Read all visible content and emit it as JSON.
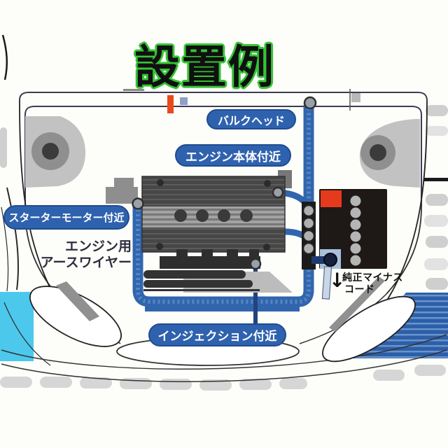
{
  "title": "設置例",
  "diagram": {
    "callouts": {
      "bulkhead": "バルクヘッド",
      "engine_body": "エンジン本体付近",
      "starter_motor": "スターターモーター付近",
      "injection": "インジェクション付近"
    },
    "annotations": {
      "earth_wire_line1": "エンジン用",
      "earth_wire_line2": "アースワイヤー",
      "minus_cord_arrow": "↓",
      "minus_cord_line1": "純正マイナス",
      "minus_cord_line2": "コード"
    },
    "colors": {
      "title_outline_green": "#35c335",
      "callout_pill_blue": "#2f62ae",
      "earth_wire_blue": "#3568b0",
      "battery_positive_red": "#e63a1d",
      "accent_cyan": "#4cc8ec",
      "stripe_panel_blue": "#2c5fa8"
    }
  }
}
